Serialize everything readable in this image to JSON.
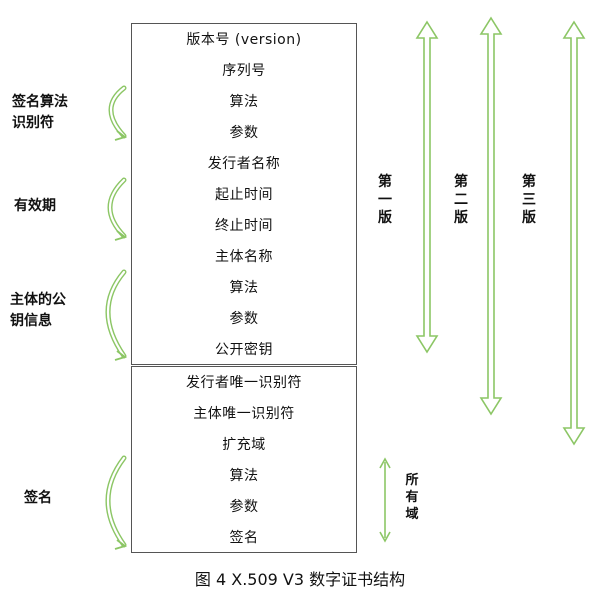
{
  "fields": [
    "版本号 (version)",
    "序列号",
    "算法",
    "参数",
    "发行者名称",
    "起止时间",
    "终止时间",
    "主体名称",
    "算法",
    "参数",
    "公开密钥",
    "发行者唯一识别符",
    "主体唯一识别符",
    "扩充域",
    "算法",
    "参数",
    "签名"
  ],
  "side_labels": {
    "sig_alg": [
      "签名算法",
      "识别符"
    ],
    "validity": [
      "有效期"
    ],
    "pubkey": [
      "主体的公",
      "钥信息"
    ],
    "signature": [
      "签名"
    ]
  },
  "versions": {
    "v1": [
      "第",
      "一",
      "版"
    ],
    "v2": [
      "第",
      "二",
      "版"
    ],
    "v3": [
      "第",
      "三",
      "版"
    ]
  },
  "all_domain": [
    "所",
    "有",
    "域"
  ],
  "caption": "图 4  X.509 V3 数字证书结构",
  "colors": {
    "arrow_green": "#8CC665",
    "border": "#555555"
  }
}
